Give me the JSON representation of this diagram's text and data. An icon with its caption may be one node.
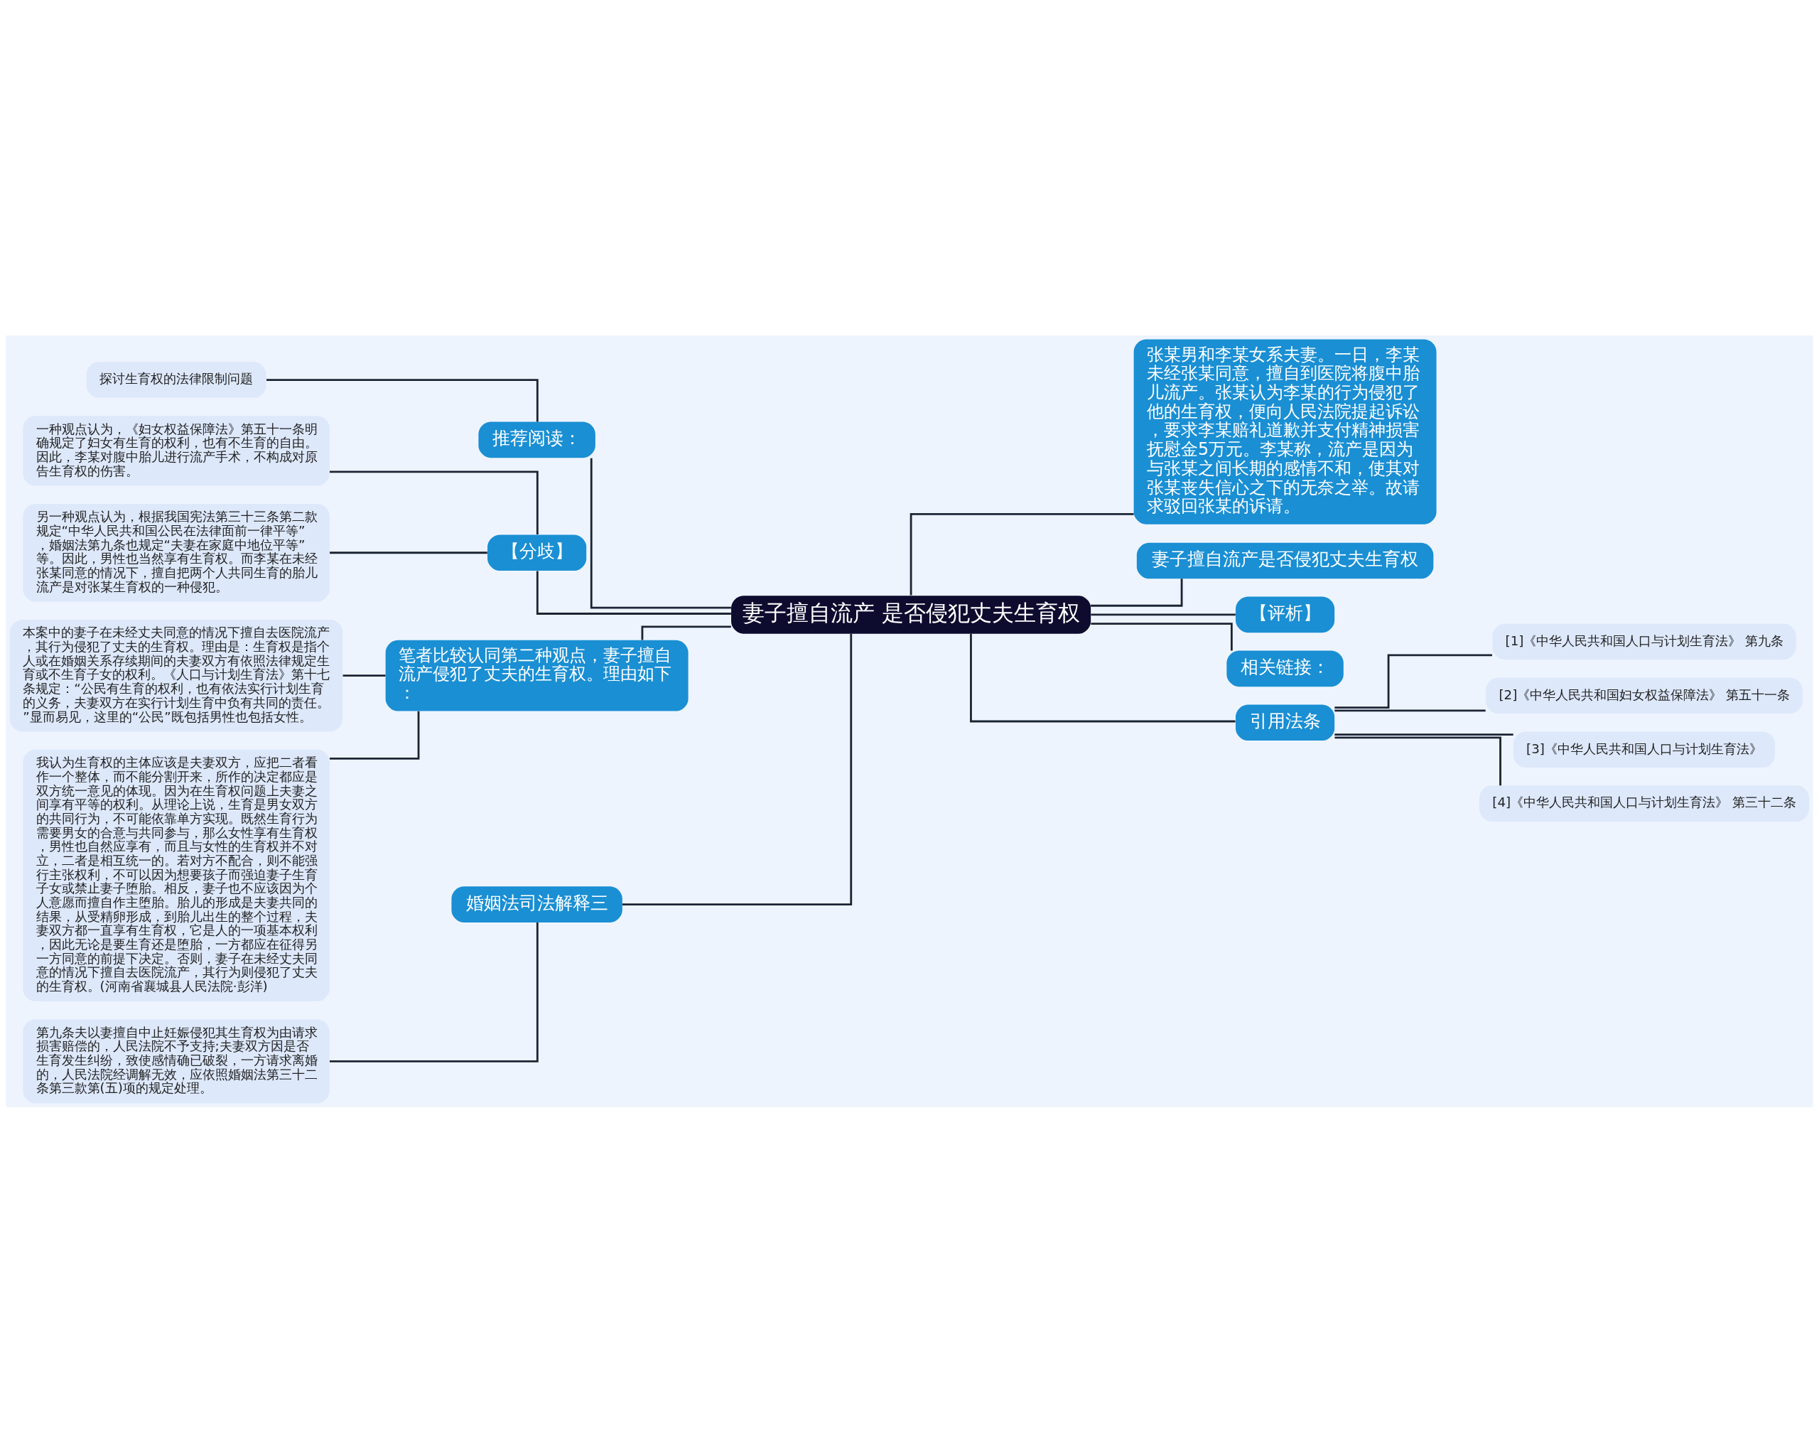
{
  "diagram": {
    "nodes": [
      {
        "text": [
          "妻子擅自流产 是否侵犯丈夫生育权"
        ]
      },
      {
        "text": [
          "推荐阅读："
        ]
      },
      {
        "text": [
          "探讨生育权的法律限制问题"
        ]
      },
      {
        "text": [
          "【分歧】"
        ]
      },
      {
        "text": [
          "一种观点认为，《妇女权益保障法》第五十一条明确规定了妇女有生育的权利，也有不生育的自由。因此，李某对腹中胎儿进行流产手术，不构成对原告生育权的伤害。"
        ]
      },
      {
        "text": [
          "另一种观点认为，根据我国宪法第三十三条第二款规定“中华人民共和国公民在法律面前一律平等”，婚姻法第九条也规定“夫妻在家庭中地位平等”等。因此，男性也当然享有生育权。而李某在未经张某同意的情况下，擅自把两个人共同生育的胎儿流产是对张某生育权的一种侵犯。"
        ]
      },
      {
        "text": [
          "笔者比较认同第二种观点，妻子擅自流产侵犯了丈夫的生育权。理由如下："
        ]
      },
      {
        "text": [
          "本案中的妻子在未经丈夫同意的情况下擅自去医院流产，其行为侵犯了丈夫的生育权。理由是：生育权是指个人或在婚姻关系存续期间的夫妻双方有依照法律规定生育或不生育子女的权利。《人口与计划生育法》第十七条规定：“公民有生育的权利，也有依法实行计划生育的义务，夫妻双方在实行计划生育中负有共同的责任。”显而易见，这里的“公民”既包括男性也包括女性。"
        ]
      },
      {
        "text": [
          "我认为生育权的主体应该是夫妻双方，应把二者看作一个整体，而不能分割开来，所作的决定都应是双方统一意见的体现。因为在生育权问题上夫妻之间享有平等的权利。从理论上说，生育是男女双方的共同行为，不可能依靠单方实现。既然生育行为需要男女的合意与共同参与，那么女性享有生育权，男性也自然应享有，而且与女性的生育权并不对立，二者是相互统一的。若对方不配合，则不能强行主张权利，不可以因为想要孩子而强迫妻子生育子女或禁止妻子堕胎。相反，妻子也不应该因为个人意愿而擅自作主堕胎。胎儿的形成是夫妻共同的结果，从受精卵形成，到胎儿出生的整个过程，夫妻双方都一直享有生育权，它是人的一项基本权利，因此无论是要生育还是堕胎，一方都应在征得另一方同意的前提下决定。否则，妻子在未经丈夫同意的情况下擅自去医院流产，其行为则侵犯了丈夫的生育权。(河南省襄城县人民法院·彭洋)"
        ]
      },
      {
        "text": [
          "婚姻法司法解释三"
        ]
      },
      {
        "text": [
          "第九条夫以妻擅自中止妊娠侵犯其生育权为由请求损害赔偿的，人民法院不予支持;夫妻双方因是否生育发生纠纷，致使感情确已破裂，一方请求离婚的，人民法院经调解无效，应依照婚姻法第三十二条第三款第(五)项的规定处理。"
        ]
      },
      {
        "text": [
          "张某男和李某女系夫妻。一日，李某未经张某同意，擅自到医院将腹中胎儿流产。张某认为李某的行为侵犯了他的生育权，便向人民法院提起诉讼，要求李某赔礼道歉并支付精神损害抚慰金5万元。李某称，流产是因为与张某之间长期的感情不和，使其对张某丧失信心之下的无奈之举。故请求驳回张某的诉请。"
        ]
      },
      {
        "text": [
          "妻子擅自流产是否侵犯丈夫生育权"
        ]
      },
      {
        "text": [
          "【评析】"
        ]
      },
      {
        "text": [
          "相关链接："
        ]
      },
      {
        "text": [
          "引用法条"
        ]
      },
      {
        "text": [
          "[1]《中华人民共和国人口与计划生育法》 第九条"
        ]
      },
      {
        "text": [
          "[2]《中华人民共和国妇女权益保障法》 第五十一条"
        ]
      },
      {
        "text": [
          "[3]《中华人民共和国人口与计划生育法》"
        ]
      },
      {
        "text": [
          "[4]《中华人民共和国人口与计划生育法》 第三十二条"
        ]
      }
    ],
    "edges": [
      {
        "from": 0,
        "to": 1,
        "arrow": "none"
      },
      {
        "from": 1,
        "to": 2,
        "arrow": "none"
      },
      {
        "from": 0,
        "to": 3,
        "arrow": "none"
      },
      {
        "from": 3,
        "to": 4,
        "arrow": "none"
      },
      {
        "from": 3,
        "to": 5,
        "arrow": "none"
      },
      {
        "from": 0,
        "to": 6,
        "arrow": "none"
      },
      {
        "from": 6,
        "to": 7,
        "arrow": "none"
      },
      {
        "from": 6,
        "to": 8,
        "arrow": "none"
      },
      {
        "from": 0,
        "to": 9,
        "arrow": "none"
      },
      {
        "from": 9,
        "to": 10,
        "arrow": "none"
      },
      {
        "from": 0,
        "to": 11,
        "arrow": "none"
      },
      {
        "from": 0,
        "to": 12,
        "arrow": "none"
      },
      {
        "from": 0,
        "to": 13,
        "arrow": "none"
      },
      {
        "from": 0,
        "to": 14,
        "arrow": "none"
      },
      {
        "from": 0,
        "to": 15,
        "arrow": "none"
      },
      {
        "from": 15,
        "to": 16,
        "arrow": "none"
      },
      {
        "from": 15,
        "to": 17,
        "arrow": "none"
      },
      {
        "from": 15,
        "to": 18,
        "arrow": "none"
      },
      {
        "from": 15,
        "to": 19,
        "arrow": "none"
      }
    ]
  }
}
